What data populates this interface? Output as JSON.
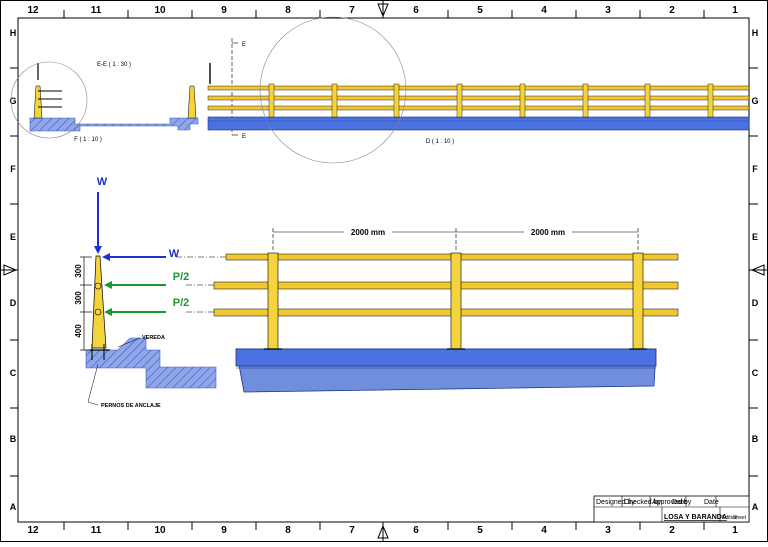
{
  "border": {
    "columns": [
      "12",
      "11",
      "10",
      "9",
      "8",
      "7",
      "6",
      "5",
      "4",
      "3",
      "2",
      "1"
    ],
    "rows": [
      "H",
      "G",
      "F",
      "E",
      "D",
      "C",
      "B",
      "A"
    ]
  },
  "views": {
    "section_ee": "E-E ( 1 : 30 )",
    "detail_f": "F ( 1 : 10 )",
    "detail_d": "D ( 1 : 10 )",
    "cut_label_top": "E",
    "cut_label_bottom": "E"
  },
  "section": {
    "load_w_vertical": "W",
    "load_w_horizontal": "W",
    "load_p2_upper": "P/2",
    "load_p2_lower": "P/2",
    "dim_top": "300",
    "dim_mid": "300",
    "dim_bottom": "400",
    "vereda_label": "VEREDA",
    "pernos_label": "PERNOS DE ANCLAJE"
  },
  "elevation": {
    "span_left": "2000 mm",
    "span_right": "2000 mm"
  },
  "title_block": {
    "designed_by": "Designed by",
    "checked_by": "Checked by",
    "approved_by": "Approved by",
    "date_header": "Date",
    "date_value": "Date",
    "title": "LOSA Y BARANDA",
    "edition": "Edition",
    "sheet": "Sheet"
  },
  "colors": {
    "post": "#f5d33d",
    "rail": "#f1c832",
    "slab_top": "#4a72e0",
    "slab_face": "#6f8fdc",
    "hatch": "#3d5cc8",
    "load_blue": "#1f2fd6",
    "load_green": "#1a9a2e"
  }
}
